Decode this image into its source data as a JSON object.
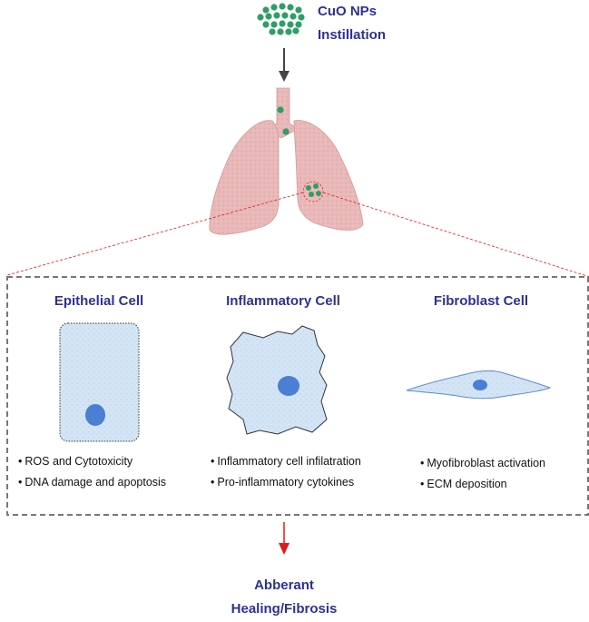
{
  "header": {
    "line1": "CuO NPs",
    "line2": "Instillation"
  },
  "cells": [
    {
      "title": "Epithelial Cell",
      "effects": [
        "ROS and Cytotoxicity",
        "DNA damage and apoptosis"
      ]
    },
    {
      "title": "Inflammatory Cell",
      "effects": [
        "Inflammatory cell infilatration",
        "Pro-inflammatory cytokines"
      ]
    },
    {
      "title": "Fibroblast Cell",
      "effects": [
        "Myofibroblast activation",
        "ECM deposition"
      ]
    }
  ],
  "outcome": {
    "line1": "Abberant",
    "line2": "Healing/Fibrosis"
  },
  "colors": {
    "title_blue": "#2e3192",
    "particle_green": "#2e9e68",
    "lung_pink": "#e9b8b8",
    "cell_fill": "#d3e4f5",
    "nucleus": "#4a7fd4",
    "arrow_red": "#e01b1b"
  }
}
